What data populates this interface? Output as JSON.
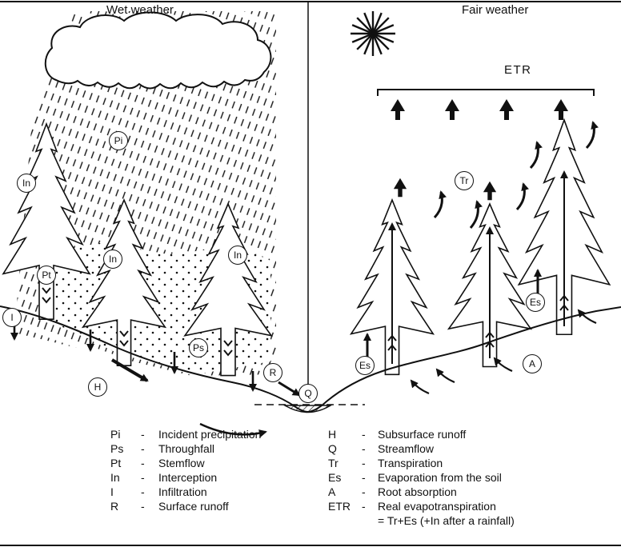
{
  "titles": {
    "left": "Wet weather",
    "right": "Fair weather",
    "etr": "ETR"
  },
  "labels": {
    "pi": "Pi",
    "ps": "Ps",
    "pt": "Pt",
    "in": "In",
    "i": "I",
    "r": "R",
    "h": "H",
    "q": "Q",
    "tr": "Tr",
    "es": "Es",
    "a": "A"
  },
  "legend": {
    "separator": "-",
    "left": [
      {
        "symbol": "Pi",
        "description": "Incident precipitation"
      },
      {
        "symbol": "Ps",
        "description": "Throughfall"
      },
      {
        "symbol": "Pt",
        "description": "Stemflow"
      },
      {
        "symbol": "In",
        "description": "Interception"
      },
      {
        "symbol": "I",
        "description": "Infiltration"
      },
      {
        "symbol": "R",
        "description": "Surface runoff"
      }
    ],
    "right": [
      {
        "symbol": "H",
        "description": "Subsurface runoff"
      },
      {
        "symbol": "Q",
        "description": "Streamflow"
      },
      {
        "symbol": "Tr",
        "description": "Transpiration"
      },
      {
        "symbol": "Es",
        "description": "Evaporation from the soil"
      },
      {
        "symbol": "A",
        "description": "Root absorption"
      },
      {
        "symbol": "ETR",
        "description": "Real evapotranspiration"
      }
    ],
    "etr_note": "= Tr+Es (+In after a rainfall)"
  },
  "colors": {
    "ink": "#111111",
    "background": "#ffffff"
  }
}
